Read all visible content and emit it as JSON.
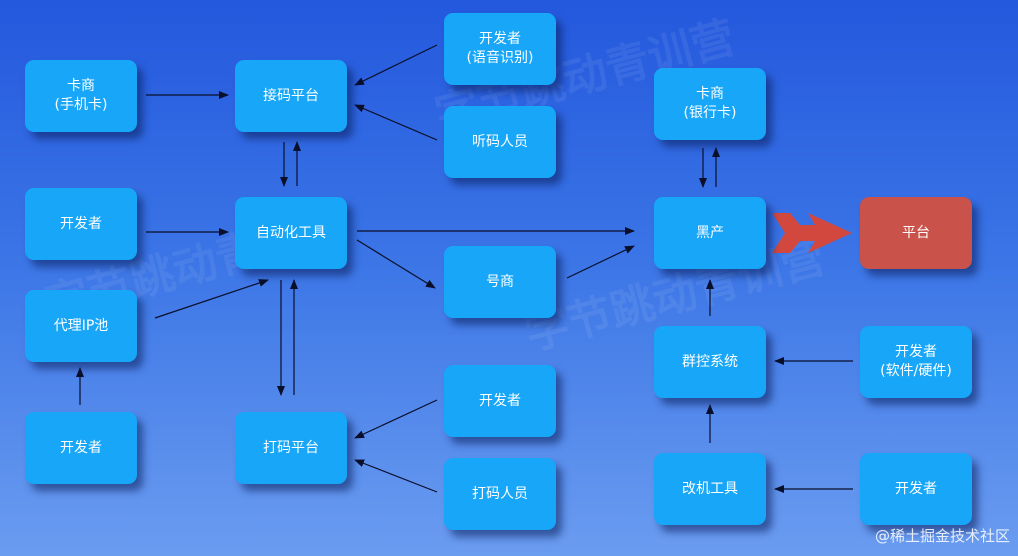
{
  "nodes": {
    "card_phone": {
      "l1": "卡商",
      "l2": "(手机卡)"
    },
    "sms_platform": {
      "l1": "接码平台"
    },
    "dev_voice": {
      "l1": "开发者",
      "l2": "(语音识别)"
    },
    "listen_staff": {
      "l1": "听码人员"
    },
    "dev_left": {
      "l1": "开发者"
    },
    "auto_tool": {
      "l1": "自动化工具"
    },
    "number_dealer": {
      "l1": "号商"
    },
    "proxy_pool": {
      "l1": "代理IP池"
    },
    "dev_proxy": {
      "l1": "开发者"
    },
    "captcha_platform": {
      "l1": "打码平台"
    },
    "dev_captcha": {
      "l1": "开发者"
    },
    "captcha_staff": {
      "l1": "打码人员"
    },
    "card_bank": {
      "l1": "卡商",
      "l2": "(银行卡)"
    },
    "black_industry": {
      "l1": "黑产"
    },
    "platform": {
      "l1": "平台"
    },
    "group_control": {
      "l1": "群控系统"
    },
    "dev_sw_hw": {
      "l1": "开发者",
      "l2": "(软件/硬件)"
    },
    "device_mod": {
      "l1": "改机工具"
    },
    "dev_mod": {
      "l1": "开发者"
    }
  },
  "watermark": "@稀土掘金技术社区",
  "background_text": "字节跳动青训营",
  "colors": {
    "box": "#17a6f8",
    "target": "#c9524a"
  }
}
